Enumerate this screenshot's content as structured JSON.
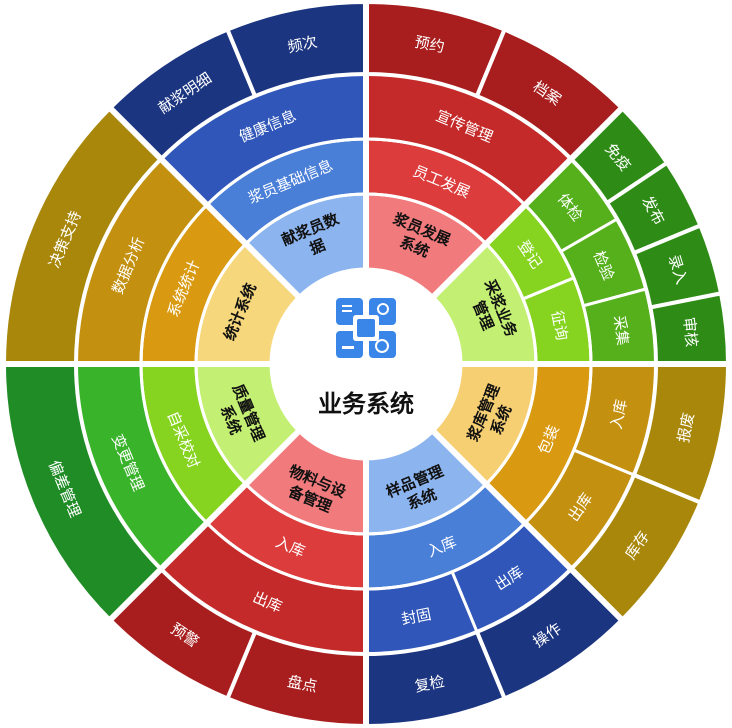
{
  "center": {
    "title": "业务系统",
    "icon": "business-system-icon"
  },
  "sectors": [
    {
      "key": "staff",
      "core": [
        "浆员发展",
        "系统"
      ],
      "colors": [
        "#e65255",
        "#dc3c3c",
        "#c52a2a",
        "#a81e1e"
      ],
      "core_color": "#f07a7c",
      "rings": [
        [
          "员工发展"
        ],
        [
          "宣传管理"
        ],
        [
          "预约",
          "档案"
        ]
      ]
    },
    {
      "key": "collection",
      "core": [
        "采浆业务",
        "管理"
      ],
      "colors": [
        "#a6e62b",
        "#86d420",
        "#55b01b",
        "#2e8c16"
      ],
      "core_color": "#c3ef72",
      "rings": [
        [
          "登记",
          "征询"
        ],
        [
          "体检",
          "检验",
          "采集"
        ],
        [
          "免疫",
          "发布",
          "录入",
          "审核"
        ]
      ]
    },
    {
      "key": "warehouse",
      "core": [
        "浆库管理",
        "系统"
      ],
      "colors": [
        "#efb11a",
        "#d99a12",
        "#c4900f",
        "#a8870b"
      ],
      "core_color": "#f7cf73",
      "rings": [
        [
          "包装"
        ],
        [
          "入库",
          "出库"
        ],
        [
          "报废",
          "库存"
        ]
      ]
    },
    {
      "key": "samples",
      "core": [
        "样品管理",
        "系统"
      ],
      "colors": [
        "#5b93e3",
        "#4a7fd8",
        "#2f56b8",
        "#1c3580"
      ],
      "core_color": "#8cb4ef",
      "rings": [
        [
          "入库"
        ],
        [
          "出库",
          "封固"
        ],
        [
          "操作",
          "复检"
        ]
      ]
    },
    {
      "key": "materials",
      "core": [
        "物料与设",
        "备管理"
      ],
      "colors": [
        "#e65255",
        "#dc3c3c",
        "#c52a2a",
        "#a81e1e"
      ],
      "core_color": "#f07a7c",
      "rings": [
        [
          "入库"
        ],
        [
          "出库"
        ],
        [
          "盘点",
          "预警"
        ]
      ]
    },
    {
      "key": "quality",
      "core": [
        "质量管理",
        "系统"
      ],
      "colors": [
        "#a6e62b",
        "#86d420",
        "#39b32a",
        "#1f8c26"
      ],
      "core_color": "#c3ef72",
      "rings": [
        [
          "自采校对"
        ],
        [
          "变更管理"
        ],
        [
          "偏差管理"
        ]
      ]
    },
    {
      "key": "stats",
      "core": [
        "统计系统"
      ],
      "colors": [
        "#efb11a",
        "#d99a12",
        "#c4900f",
        "#a8870b"
      ],
      "core_color": "#f7d77c",
      "rings": [
        [
          "系统统计"
        ],
        [
          "数据分析"
        ],
        [
          "决策支持"
        ]
      ]
    },
    {
      "key": "donors",
      "core": [
        "献浆员数",
        "据"
      ],
      "colors": [
        "#5b93e3",
        "#4a7fd8",
        "#2f56b8",
        "#1c3580"
      ],
      "core_color": "#8cb4ef",
      "rings": [
        [
          "浆员基础信息"
        ],
        [
          "健康信息"
        ],
        [
          "献浆明细",
          "频次"
        ]
      ]
    }
  ]
}
